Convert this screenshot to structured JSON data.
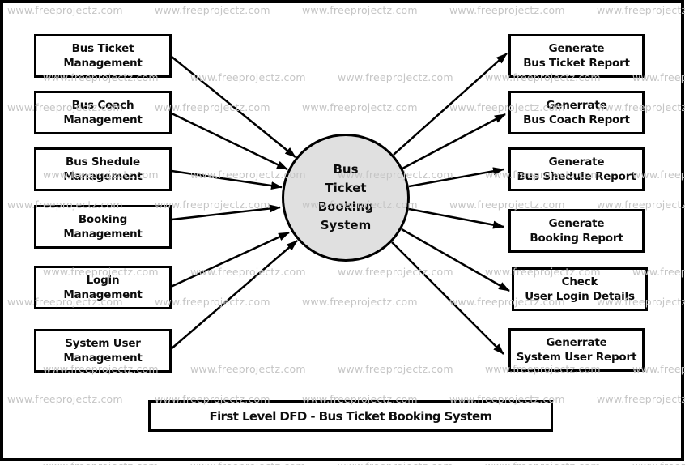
{
  "caption": "First Level DFD - Bus Ticket Booking System",
  "watermark": {
    "text": "www.freeprojectz.com",
    "color": "#c5c5c5"
  },
  "process": {
    "label": "Bus\nTicket\nBooking\nSystem",
    "fill": "#e0e0e0"
  },
  "left_boxes": [
    {
      "label": "Bus Ticket\nManagement"
    },
    {
      "label": "Bus Coach\nManagement"
    },
    {
      "label": "Bus Shedule\nManagement"
    },
    {
      "label": "Booking\nManagement"
    },
    {
      "label": "Login\nManagement"
    },
    {
      "label": "System User\nManagement"
    }
  ],
  "right_boxes": [
    {
      "label": "Generate\nBus Ticket Report"
    },
    {
      "label": "Generrate\nBus Coach Report"
    },
    {
      "label": "Generate\nBus Shedule Report"
    },
    {
      "label": "Generate\nBooking Report"
    },
    {
      "label": "Check\nUser Login Details"
    },
    {
      "label": "Generrate\nSystem User Report"
    }
  ],
  "colors": {
    "line": "#000000",
    "border": "#000000"
  }
}
